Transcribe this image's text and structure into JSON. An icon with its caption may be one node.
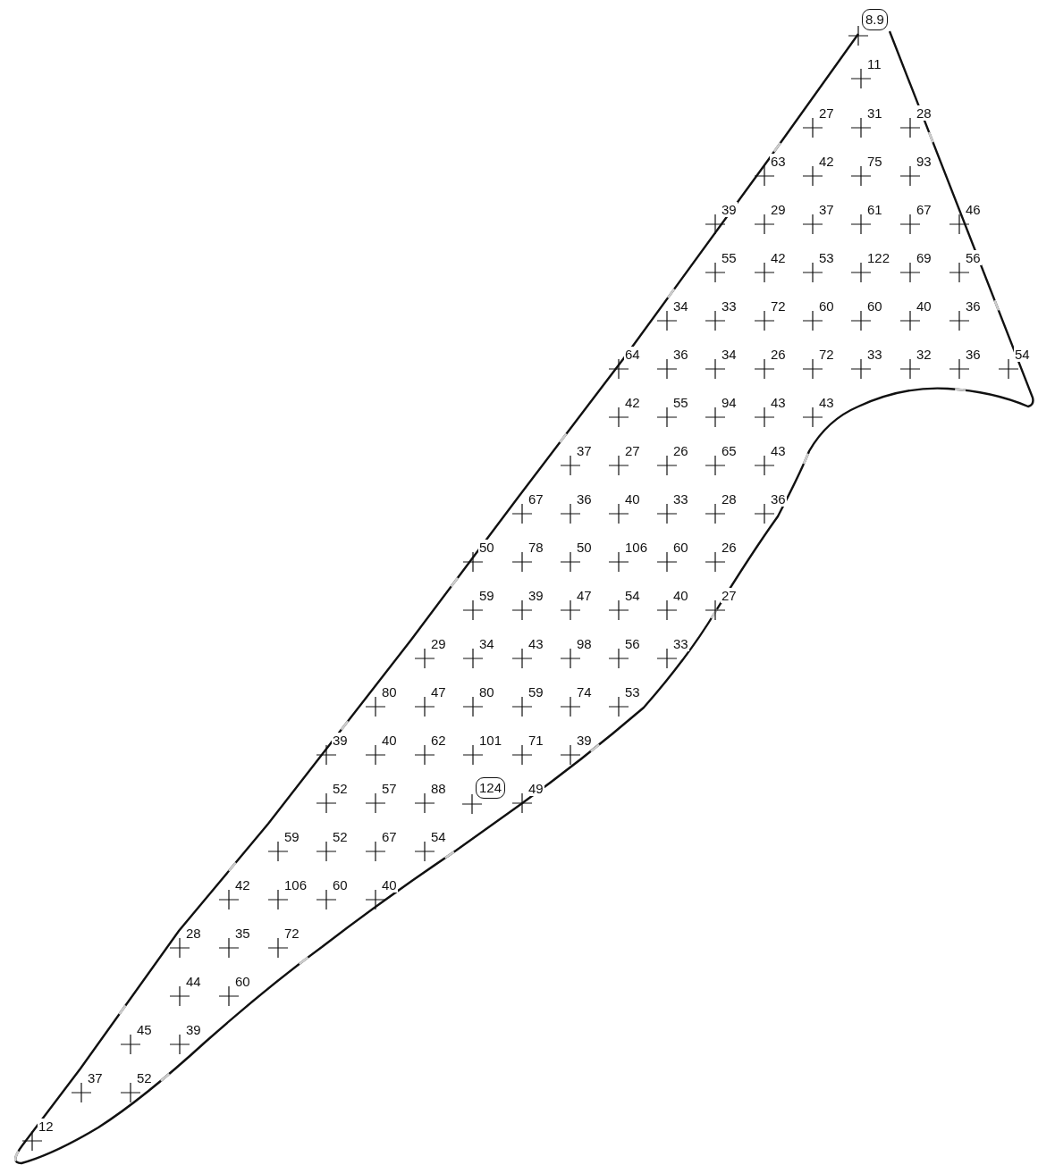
{
  "diagram": {
    "nodes": [
      {
        "text": [
          "8.9"
        ]
      },
      {
        "text": [
          "124"
        ]
      }
    ],
    "labels": [
      "11",
      "27",
      "31",
      "28",
      "63",
      "42",
      "75",
      "93",
      "39",
      "29",
      "37",
      "61",
      "67",
      "46",
      "55",
      "42",
      "53",
      "122",
      "69",
      "56",
      "34",
      "33",
      "72",
      "60",
      "60",
      "40",
      "36",
      "64",
      "36",
      "34",
      "26",
      "72",
      "33",
      "32",
      "36",
      "54",
      "42",
      "55",
      "94",
      "43",
      "43",
      "37",
      "27",
      "26",
      "65",
      "43",
      "67",
      "36",
      "40",
      "33",
      "28",
      "36",
      "50",
      "78",
      "50",
      "106",
      "60",
      "26",
      "59",
      "39",
      "47",
      "54",
      "40",
      "27",
      "29",
      "34",
      "43",
      "98",
      "56",
      "33",
      "80",
      "47",
      "80",
      "59",
      "74",
      "53",
      "39",
      "40",
      "62",
      "101",
      "71",
      "39",
      "52",
      "57",
      "88",
      "49",
      "59",
      "52",
      "67",
      "54",
      "42",
      "106",
      "60",
      "40",
      "28",
      "35",
      "72",
      "44",
      "60",
      "45",
      "39",
      "37",
      "52",
      "12"
    ]
  }
}
